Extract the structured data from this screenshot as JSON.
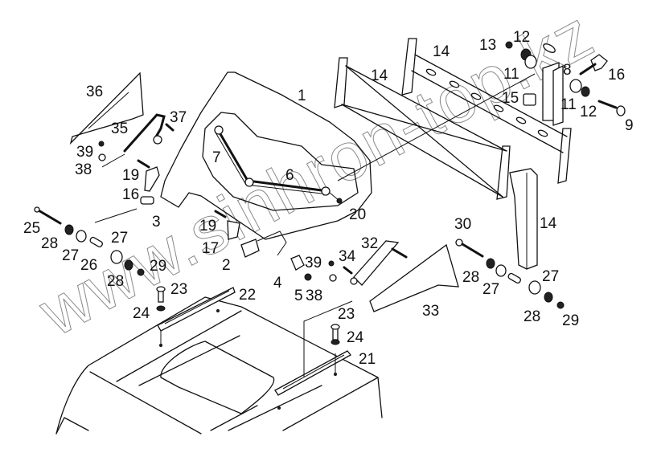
{
  "diagram": {
    "type": "exploded-parts-diagram",
    "subject": "seat assembly",
    "watermark": "www.sinhron-top.kz",
    "callouts": [
      {
        "id": "c1",
        "label": "1"
      },
      {
        "id": "c2",
        "label": "2"
      },
      {
        "id": "c3",
        "label": "3"
      },
      {
        "id": "c4",
        "label": "4"
      },
      {
        "id": "c5",
        "label": "5"
      },
      {
        "id": "c6",
        "label": "6"
      },
      {
        "id": "c7",
        "label": "7"
      },
      {
        "id": "c8",
        "label": "8"
      },
      {
        "id": "c9",
        "label": "9"
      },
      {
        "id": "c11a",
        "label": "11"
      },
      {
        "id": "c11b",
        "label": "11"
      },
      {
        "id": "c12a",
        "label": "12"
      },
      {
        "id": "c12b",
        "label": "12"
      },
      {
        "id": "c13",
        "label": "13"
      },
      {
        "id": "c14a",
        "label": "14"
      },
      {
        "id": "c14b",
        "label": "14"
      },
      {
        "id": "c14c",
        "label": "14"
      },
      {
        "id": "c15",
        "label": "15"
      },
      {
        "id": "c16a",
        "label": "16"
      },
      {
        "id": "c16b",
        "label": "16"
      },
      {
        "id": "c17",
        "label": "17"
      },
      {
        "id": "c19a",
        "label": "19"
      },
      {
        "id": "c19b",
        "label": "19"
      },
      {
        "id": "c20",
        "label": "20"
      },
      {
        "id": "c21",
        "label": "21"
      },
      {
        "id": "c22",
        "label": "22"
      },
      {
        "id": "c23a",
        "label": "23"
      },
      {
        "id": "c23b",
        "label": "23"
      },
      {
        "id": "c24a",
        "label": "24"
      },
      {
        "id": "c24b",
        "label": "24"
      },
      {
        "id": "c25",
        "label": "25"
      },
      {
        "id": "c26",
        "label": "26"
      },
      {
        "id": "c27a",
        "label": "27"
      },
      {
        "id": "c27b",
        "label": "27"
      },
      {
        "id": "c27c",
        "label": "27"
      },
      {
        "id": "c27d",
        "label": "27"
      },
      {
        "id": "c28a",
        "label": "28"
      },
      {
        "id": "c28b",
        "label": "28"
      },
      {
        "id": "c28c",
        "label": "28"
      },
      {
        "id": "c28d",
        "label": "28"
      },
      {
        "id": "c29a",
        "label": "29"
      },
      {
        "id": "c29b",
        "label": "29"
      },
      {
        "id": "c30",
        "label": "30"
      },
      {
        "id": "c32",
        "label": "32"
      },
      {
        "id": "c33",
        "label": "33"
      },
      {
        "id": "c34",
        "label": "34"
      },
      {
        "id": "c35",
        "label": "35"
      },
      {
        "id": "c36",
        "label": "36"
      },
      {
        "id": "c37",
        "label": "37"
      },
      {
        "id": "c38a",
        "label": "38"
      },
      {
        "id": "c38b",
        "label": "38"
      },
      {
        "id": "c39a",
        "label": "39"
      },
      {
        "id": "c39b",
        "label": "39"
      }
    ]
  }
}
